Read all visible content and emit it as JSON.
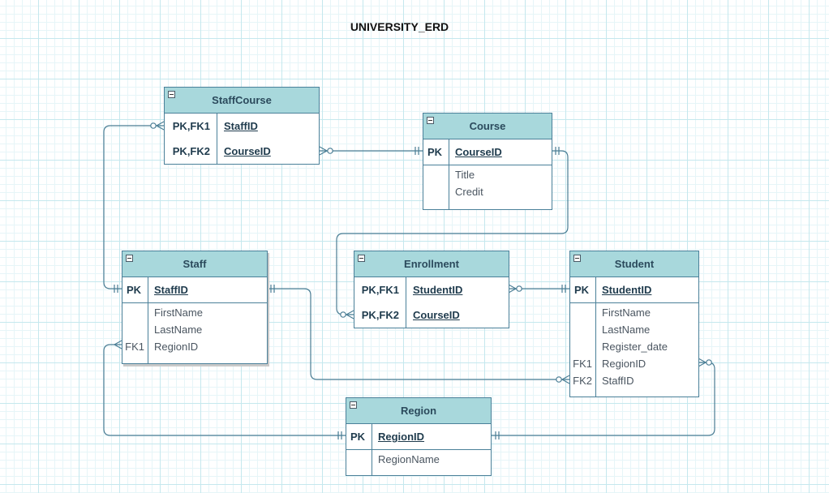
{
  "diagram": {
    "title": "UNIVERSITY_ERD",
    "entities": {
      "staffcourse": {
        "name": "StaffCourse",
        "keys": [
          {
            "key": "PK,FK1",
            "field": "StaffID"
          },
          {
            "key": "PK,FK2",
            "field": "CourseID"
          }
        ],
        "attributes": []
      },
      "course": {
        "name": "Course",
        "keys": [
          {
            "key": "PK",
            "field": "CourseID"
          }
        ],
        "attributes": [
          {
            "key": "",
            "field": "Title"
          },
          {
            "key": "",
            "field": "Credit"
          }
        ]
      },
      "staff": {
        "name": "Staff",
        "keys": [
          {
            "key": "PK",
            "field": "StaffID"
          }
        ],
        "attributes": [
          {
            "key": "",
            "field": "FirstName"
          },
          {
            "key": "",
            "field": "LastName"
          },
          {
            "key": "FK1",
            "field": "RegionID"
          }
        ]
      },
      "enrollment": {
        "name": "Enrollment",
        "keys": [
          {
            "key": "PK,FK1",
            "field": "StudentID"
          },
          {
            "key": "PK,FK2",
            "field": "CourseID"
          }
        ],
        "attributes": []
      },
      "student": {
        "name": "Student",
        "keys": [
          {
            "key": "PK",
            "field": "StudentID"
          }
        ],
        "attributes": [
          {
            "key": "",
            "field": "FirstName"
          },
          {
            "key": "",
            "field": "LastName"
          },
          {
            "key": "",
            "field": "Register_date"
          },
          {
            "key": "FK1",
            "field": "RegionID"
          },
          {
            "key": "FK2",
            "field": "StaffID"
          }
        ]
      },
      "region": {
        "name": "Region",
        "keys": [
          {
            "key": "PK",
            "field": "RegionID"
          }
        ],
        "attributes": [
          {
            "key": "",
            "field": "RegionName"
          }
        ]
      }
    },
    "colors": {
      "header": "#a8d8dc",
      "border": "#4a8099",
      "connector": "#4a7d94",
      "grid": "#c5e8ee"
    }
  }
}
